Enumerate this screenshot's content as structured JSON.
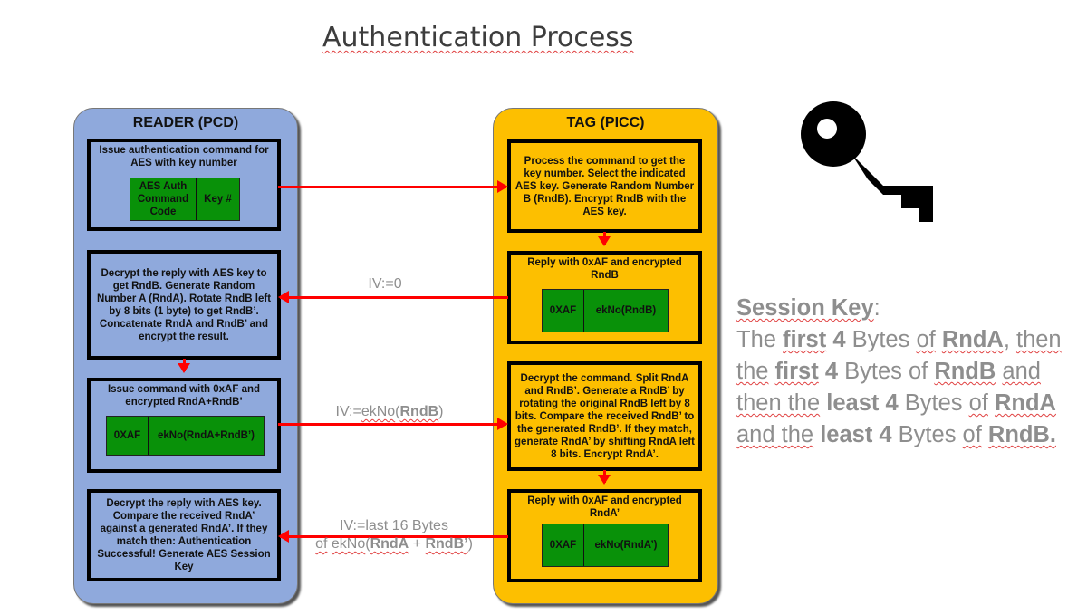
{
  "title": "Authentication Process",
  "reader": {
    "label": "READER (PCD)",
    "steps": [
      {
        "text": "Issue authentication command for AES with key number",
        "fields": [
          "AES Auth Command Code",
          "Key #"
        ]
      },
      {
        "text": "Decrypt the reply with AES key to get RndB. Generate Random Number A (RndA). Rotate RndB left by 8 bits (1 byte) to get RndB’. Concatenate RndA and RndB’ and encrypt the result."
      },
      {
        "text": "Issue command with 0xAF and encrypted RndA+RndB’",
        "fields": [
          "0XAF",
          "ekNo(RndA+RndB’)"
        ]
      },
      {
        "text": "Decrypt the reply with AES key. Compare the received RndA’ against a generated RndA’. If they match then: Authentication Successful! Generate AES Session Key"
      }
    ]
  },
  "tag": {
    "label": "TAG  (PICC)",
    "steps": [
      {
        "text": "Process the command to get the key number. Select the indicated AES key. Generate Random Number B (RndB). Encrypt RndB with the AES key."
      },
      {
        "text": "Reply with 0xAF and encrypted RndB",
        "fields": [
          "0XAF",
          "ekNo(RndB)"
        ]
      },
      {
        "text": "Decrypt the command. Split RndA and RndB’. Generate a RndB’ by rotating the original RndB left by 8 bits. Compare the received RndB’ to the generated RndB’. If they match, generate RndA’ by shifting RndA left 8 bits. Encrypt RndA’."
      },
      {
        "text": "Reply with 0xAF and encrypted RndA’",
        "fields": [
          "0XAF",
          "ekNo(RndA’)"
        ]
      }
    ]
  },
  "iv_labels": {
    "iv1": "IV:=0",
    "iv2_prefix": "IV:=",
    "iv2_ekno": "ekNo",
    "iv2_paren_open": "(",
    "iv2_bold": "RndB",
    "iv2_paren_close": ")",
    "iv3_line1": "IV:=last 16 Bytes",
    "iv3_of": "of",
    "iv3_ekno": "ekNo",
    "iv3_paren_open": "(",
    "iv3_bold1": "RndA",
    "iv3_plus": " + ",
    "iv3_bold2": "RndB’",
    "iv3_paren_close": ")"
  },
  "session_key": {
    "heading": "Session Key",
    "colon": ":",
    "parts": [
      "The ",
      "first",
      " ",
      "4",
      " Bytes ",
      "of",
      " ",
      "RndA",
      ", ",
      "then the",
      " ",
      "first",
      " ",
      "4",
      " Bytes of ",
      "RndB",
      " ",
      "and then the",
      " ",
      "least 4",
      " Bytes ",
      "of",
      " ",
      "RndA",
      " ",
      "and the",
      " ",
      "least",
      " ",
      "4",
      " Bytes ",
      "of",
      " ",
      "RndB."
    ]
  },
  "icons": {
    "key": "key-icon"
  },
  "colors": {
    "reader_lane": "#8fa9dc",
    "tag_lane": "#fdbf00",
    "field_green": "#099109",
    "arrow_red": "#ff0000",
    "note_gray": "#8e8e8e"
  }
}
